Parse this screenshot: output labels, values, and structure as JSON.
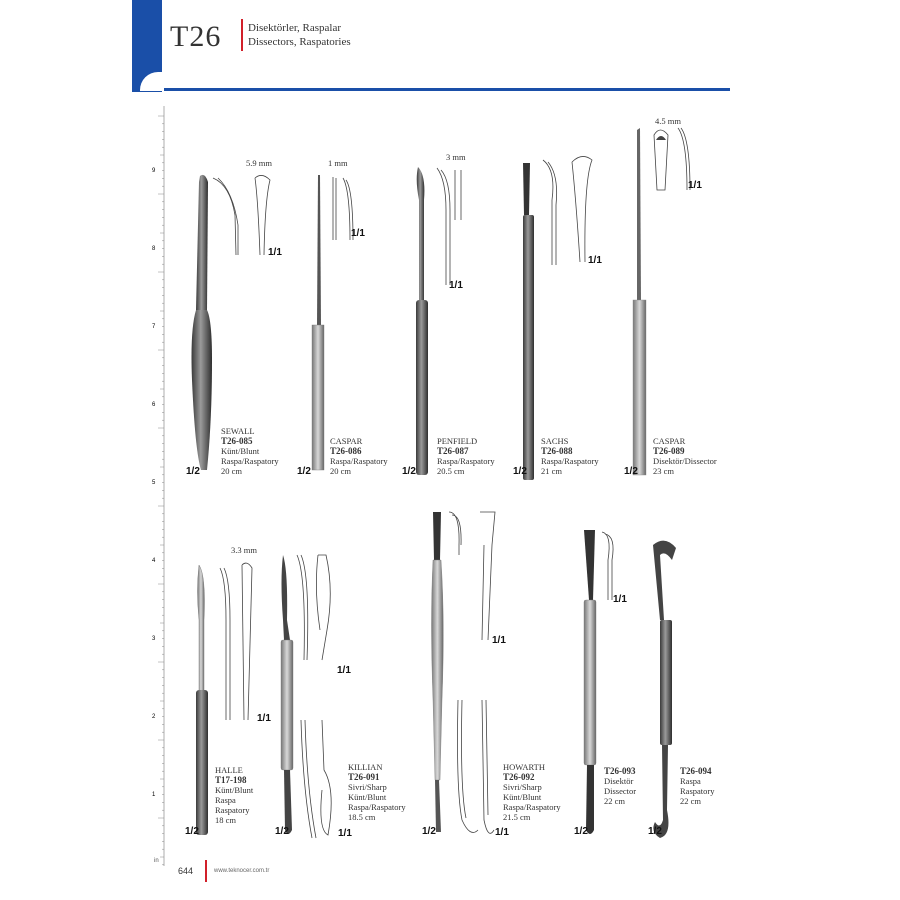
{
  "header": {
    "code": "T26",
    "subtitle_tr": "Disektörler, Raspalar",
    "subtitle_en": "Dissectors, Raspatories"
  },
  "ruler": {
    "labels": [
      "9",
      "8",
      "7",
      "6",
      "5",
      "4",
      "3",
      "2",
      "1"
    ],
    "unit": "in"
  },
  "scale": {
    "half": "1/2",
    "full": "1/1"
  },
  "products": [
    {
      "name": "SEWALL",
      "code": "T26-085",
      "lines": [
        "Künt/Blunt",
        "Raspa/Raspatory",
        "20 cm"
      ],
      "tip": "5.9 mm"
    },
    {
      "name": "CASPAR",
      "code": "T26-086",
      "lines": [
        "Raspa/Raspatory",
        "20 cm"
      ],
      "tip": "1 mm"
    },
    {
      "name": "PENFIELD",
      "code": "T26-087",
      "lines": [
        "Raspa/Raspatory",
        "20.5 cm"
      ],
      "tip": "3 mm"
    },
    {
      "name": "SACHS",
      "code": "T26-088",
      "lines": [
        "Raspa/Raspatory",
        "21 cm"
      ],
      "tip": ""
    },
    {
      "name": "CASPAR",
      "code": "T26-089",
      "lines": [
        "Disektör/Dissector",
        "23 cm"
      ],
      "tip": "4.5 mm"
    },
    {
      "name": "HALLE",
      "code": "T17-198",
      "lines": [
        "Künt/Blunt",
        "Raspa",
        "Raspatory",
        "18 cm"
      ],
      "tip": "3.3 mm"
    },
    {
      "name": "KILLIAN",
      "code": "T26-091",
      "lines": [
        "Sivri/Sharp",
        "Künt/Blunt",
        "Raspa/Raspatory",
        "18.5 cm"
      ],
      "tip": ""
    },
    {
      "name": "HOWARTH",
      "code": "T26-092",
      "lines": [
        "Sivri/Sharp",
        "Künt/Blunt",
        "Raspa/Raspatory",
        "21.5 cm"
      ],
      "tip": ""
    },
    {
      "name": "",
      "code": "T26-093",
      "lines": [
        "Disektör",
        "Dissector",
        "22 cm"
      ],
      "tip": ""
    },
    {
      "name": "",
      "code": "T26-094",
      "lines": [
        "Raspa",
        "Raspatory",
        "22 cm"
      ],
      "tip": ""
    }
  ],
  "footer": {
    "page": "644",
    "url": "www.teknocer.com.tr"
  }
}
